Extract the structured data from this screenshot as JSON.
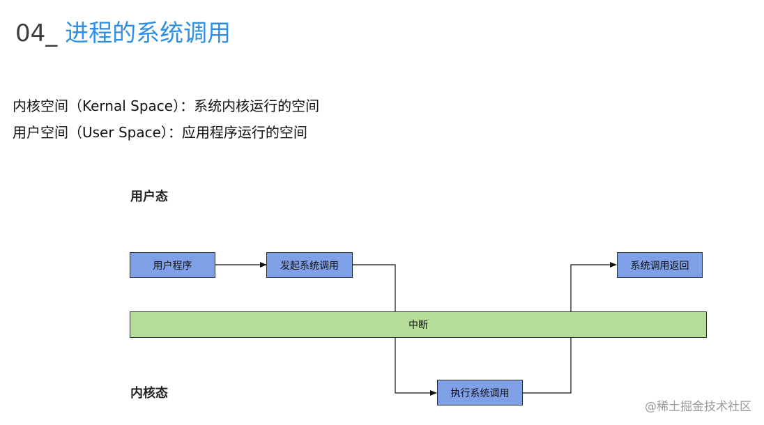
{
  "slide": {
    "title_number": "04_",
    "title_text": "进程的系统调用"
  },
  "descriptions": [
    "内核空间（Kernal Space）：系统内核运行的空间",
    "用户空间（User Space）：应用程序运行的空间"
  ],
  "diagram": {
    "user_mode_label": "用户态",
    "kernel_mode_label": "内核态",
    "interrupt_band_label": "中断",
    "nodes": {
      "user_program": "用户程序",
      "initiate_syscall": "发起系统调用",
      "execute_syscall": "执行系统调用",
      "syscall_return": "系统调用返回"
    }
  },
  "watermark": "@稀土掘金技术社区",
  "colors": {
    "title_accent": "#2f8ee6",
    "node_fill": "#7f9fe6",
    "band_fill": "#b5dc98"
  }
}
